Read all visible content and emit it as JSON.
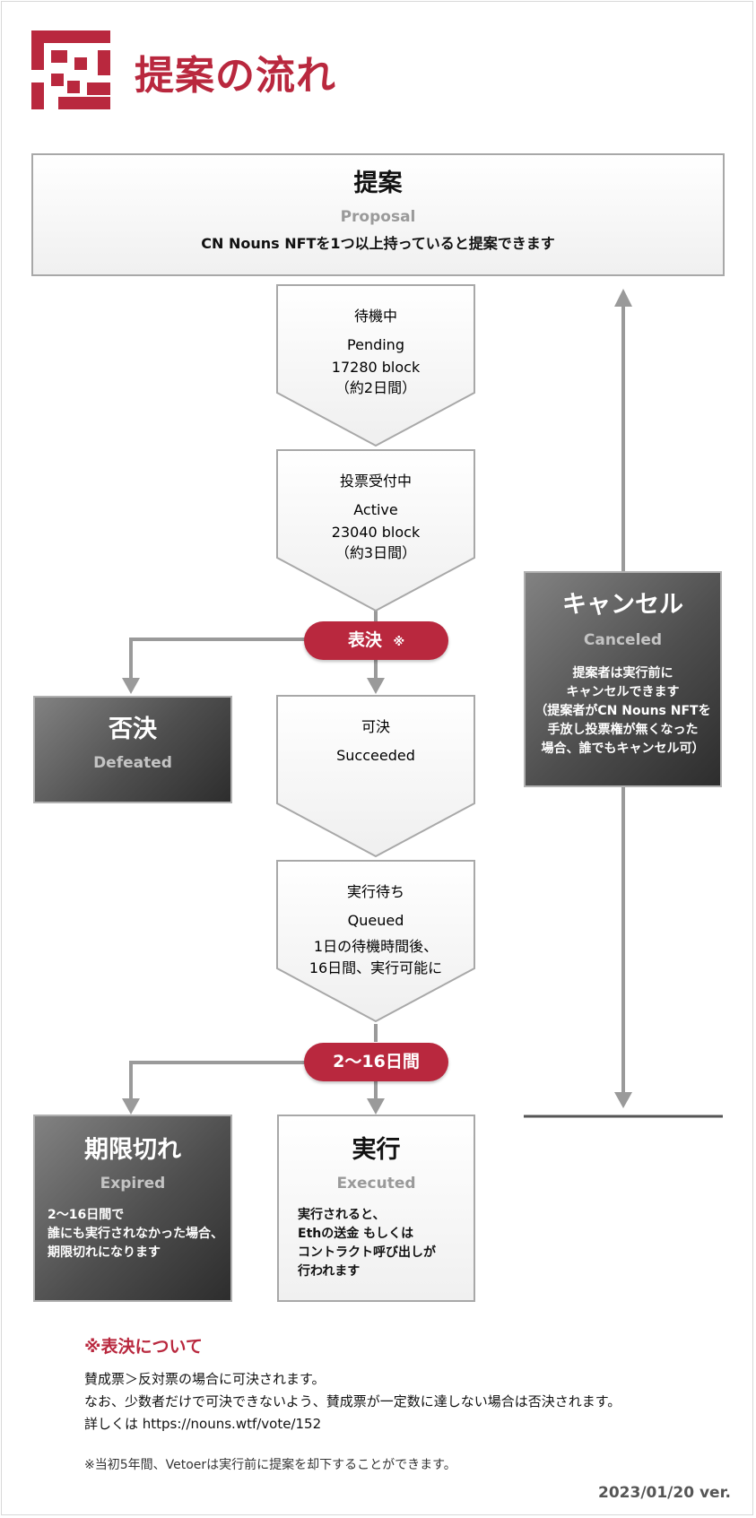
{
  "header": {
    "title": "提案の流れ",
    "logo_icon": "cn-nouns-pixel-logo-icon",
    "brand_color": "#b9283e"
  },
  "nodes": {
    "proposal": {
      "title": "提案",
      "subtitle": "Proposal",
      "desc": "CN Nouns NFTを1つ以上持っていると提案できます"
    },
    "pending": {
      "title": "待機中",
      "subtitle": "Pending",
      "desc1": "17280 block",
      "desc2_open": "（",
      "desc2_red": "約2日間",
      "desc2_close": "）"
    },
    "active": {
      "title": "投票受付中",
      "subtitle": "Active",
      "desc1": "23040 block",
      "desc2_open": "（",
      "desc2_red": "約3日間",
      "desc2_close": "）"
    },
    "defeated": {
      "title": "否決",
      "subtitle": "Defeated"
    },
    "succeeded": {
      "title": "可決",
      "subtitle": "Succeeded"
    },
    "queued": {
      "title": "実行待ち",
      "subtitle": "Queued",
      "desc1": "1日の待機時間後、",
      "desc2": "16日間、実行可能に"
    },
    "expired": {
      "title": "期限切れ",
      "subtitle": "Expired",
      "desc1": "2〜16日間で",
      "desc2": "誰にも実行されなかった場合、",
      "desc3": "期限切れになります"
    },
    "executed": {
      "title": "実行",
      "subtitle": "Executed",
      "desc1": "実行されると、",
      "desc2": "Ethの送金 もしくは",
      "desc3": "コントラクト呼び出しが",
      "desc4": "行われます"
    },
    "canceled": {
      "title": "キャンセル",
      "subtitle": "Canceled",
      "desc1": "提案者は実行前に",
      "desc2": "キャンセルできます",
      "desc3": "（提案者がCN Nouns NFTを",
      "desc4": "手放し投票権が無くなった",
      "desc5": "場合、誰でもキャンセル可）"
    }
  },
  "pills": {
    "vote": {
      "label": "表決",
      "mark": "※"
    },
    "window": {
      "label": "2〜16日間"
    }
  },
  "notes": {
    "heading": "※表決について",
    "line1": "賛成票＞反対票の場合に可決されます。",
    "line2": "なお、少数者だけで可決できないよう、賛成票が一定数に達しない場合は否決されます。",
    "line3": "詳しくは https://nouns.wtf/vote/152",
    "footnote": "※当初5年間、Vetoerは実行前に提案を却下することができます。",
    "version": "2023/01/20 ver."
  },
  "colors": {
    "accent": "#b9283e",
    "arrow": "#9a9a9a",
    "dark_box": "#4e4e4e",
    "light_box": "#f4f4f4"
  }
}
